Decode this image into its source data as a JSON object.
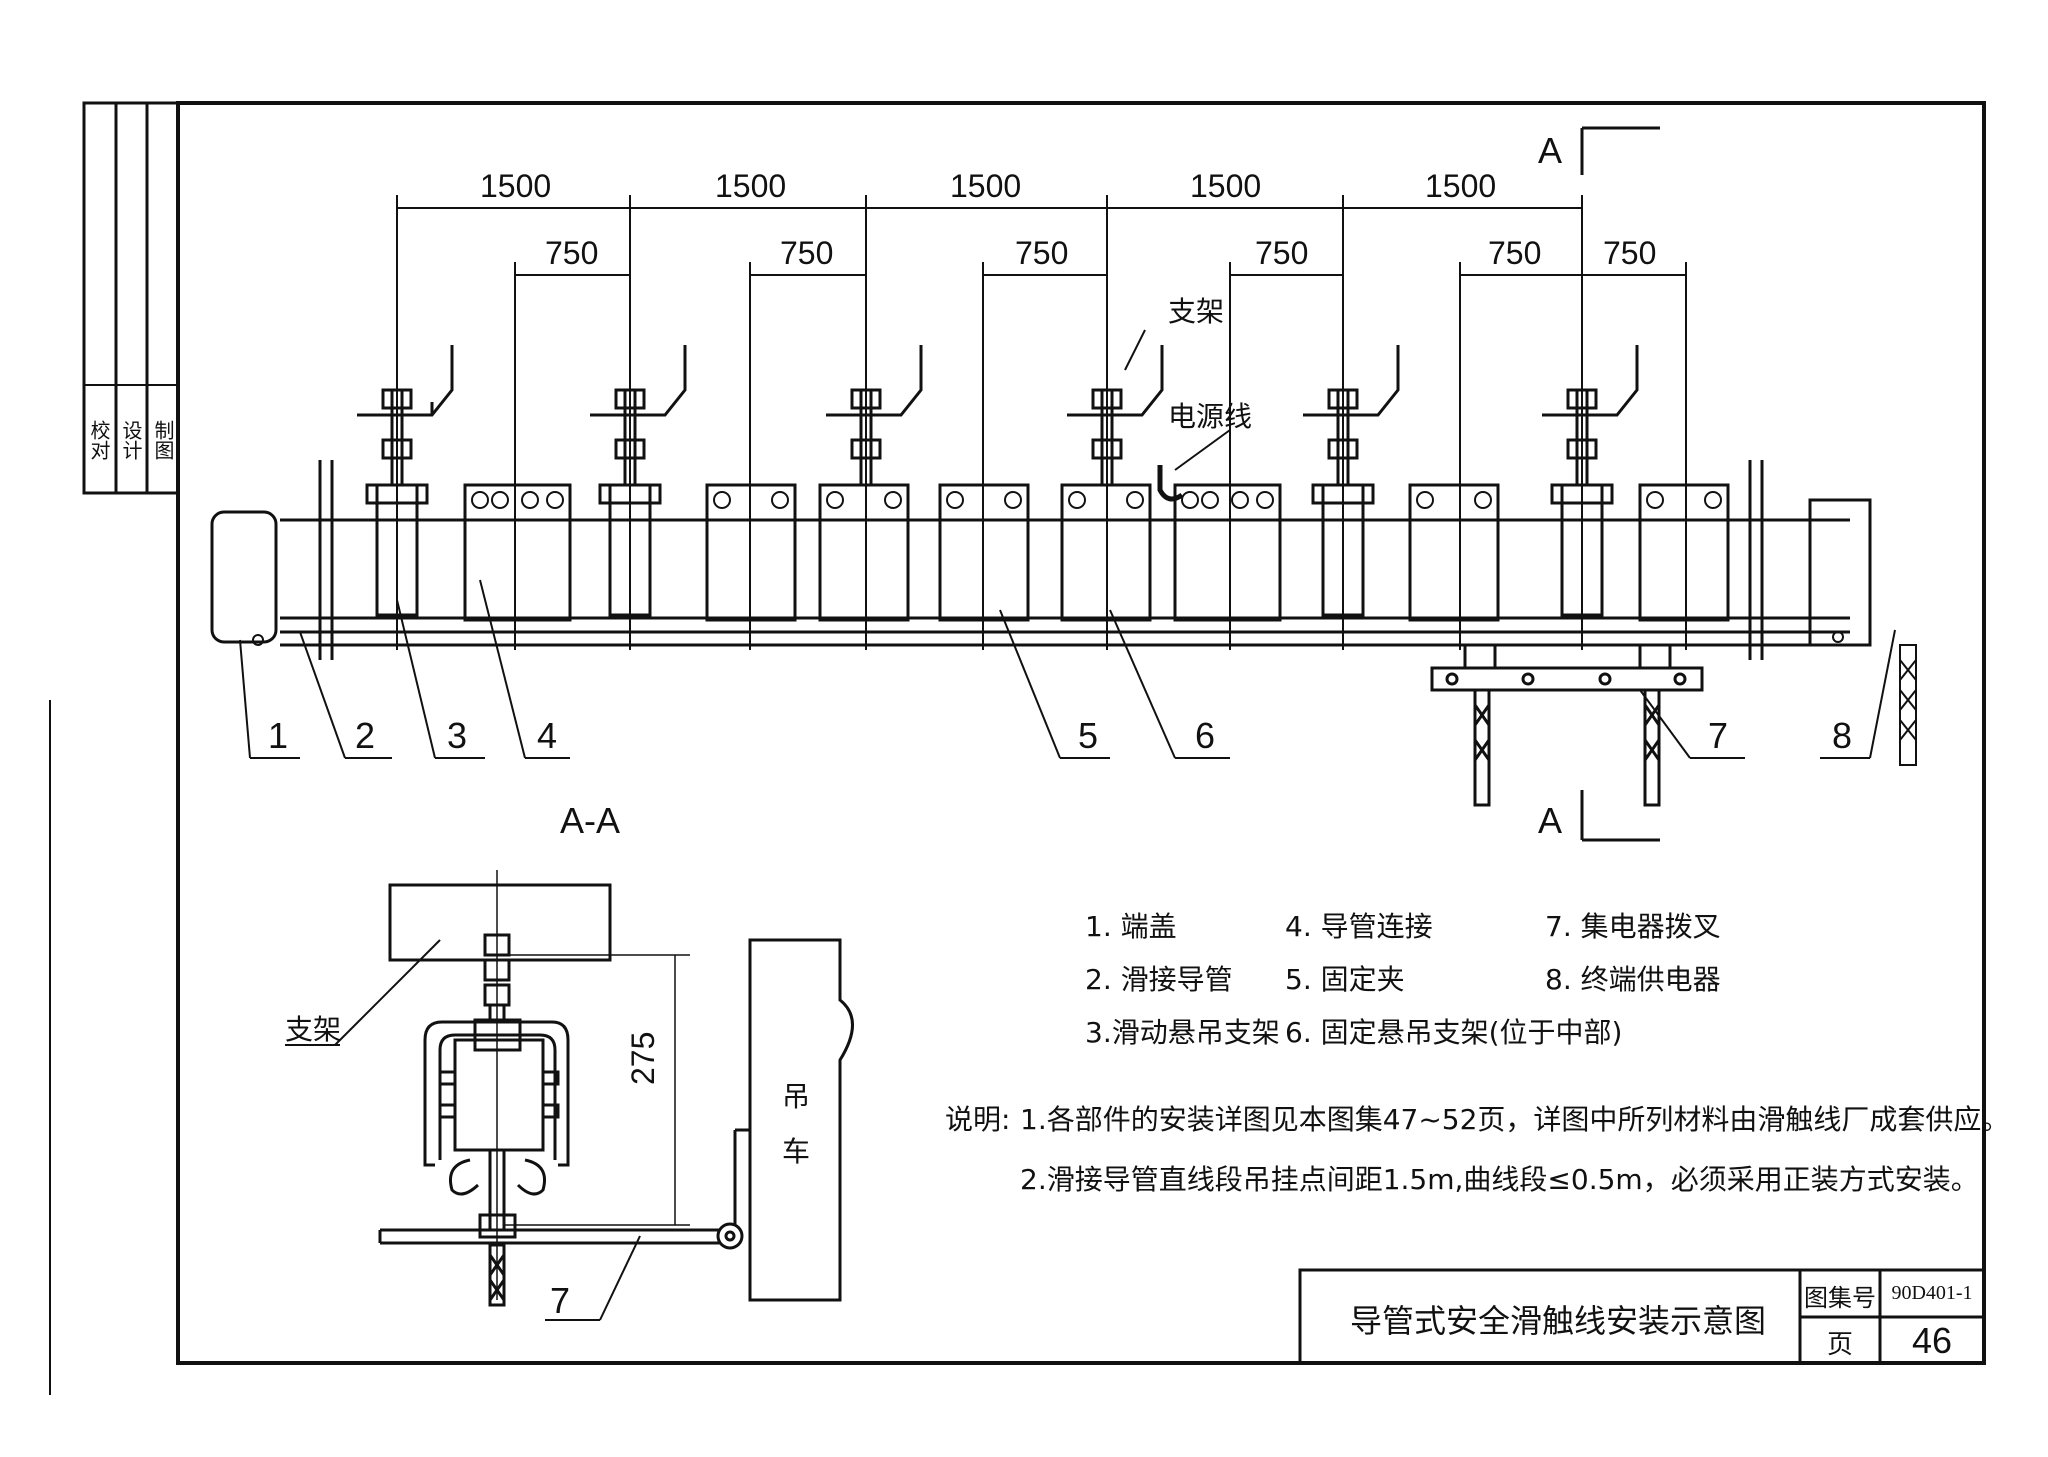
{
  "dimensions": {
    "spacing": [
      "1500",
      "1500",
      "1500",
      "1500",
      "1500"
    ],
    "offsets": [
      "750",
      "750",
      "750",
      "750",
      "750",
      "750"
    ],
    "height": "275"
  },
  "section": {
    "marker": "A",
    "view_title": "A-A"
  },
  "labels": {
    "bracket": "支架",
    "power_cable": "电源线",
    "bracket_section": "支架",
    "crane_char1": "吊",
    "crane_char2": "车"
  },
  "callouts": [
    "1",
    "2",
    "3",
    "4",
    "5",
    "6",
    "7",
    "8"
  ],
  "section_callout": "7",
  "legend": [
    "1. 端盖",
    "2. 滑接导管",
    "3.滑动悬吊支架",
    "4. 导管连接",
    "5. 固定夹",
    "6. 固定悬吊支架(位于中部)",
    "7. 集电器拨叉",
    "8. 终端供电器"
  ],
  "notes": {
    "prefix": "说明:",
    "items": [
      "1.各部件的安装详图见本图集47~52页，详图中所列材料由滑触线厂成套供应。",
      "2.滑接导管直线段吊挂点间距1.5m,曲线段≤0.5m，必须采用正装方式安装。"
    ]
  },
  "title_block": {
    "title": "导管式安全滑触线安装示意图",
    "atlas_label": "图集号",
    "atlas_no": "90D401-1",
    "page_label": "页",
    "page_no": "46"
  },
  "sidebar": {
    "roles": [
      "校对",
      "设计",
      "制图"
    ]
  }
}
